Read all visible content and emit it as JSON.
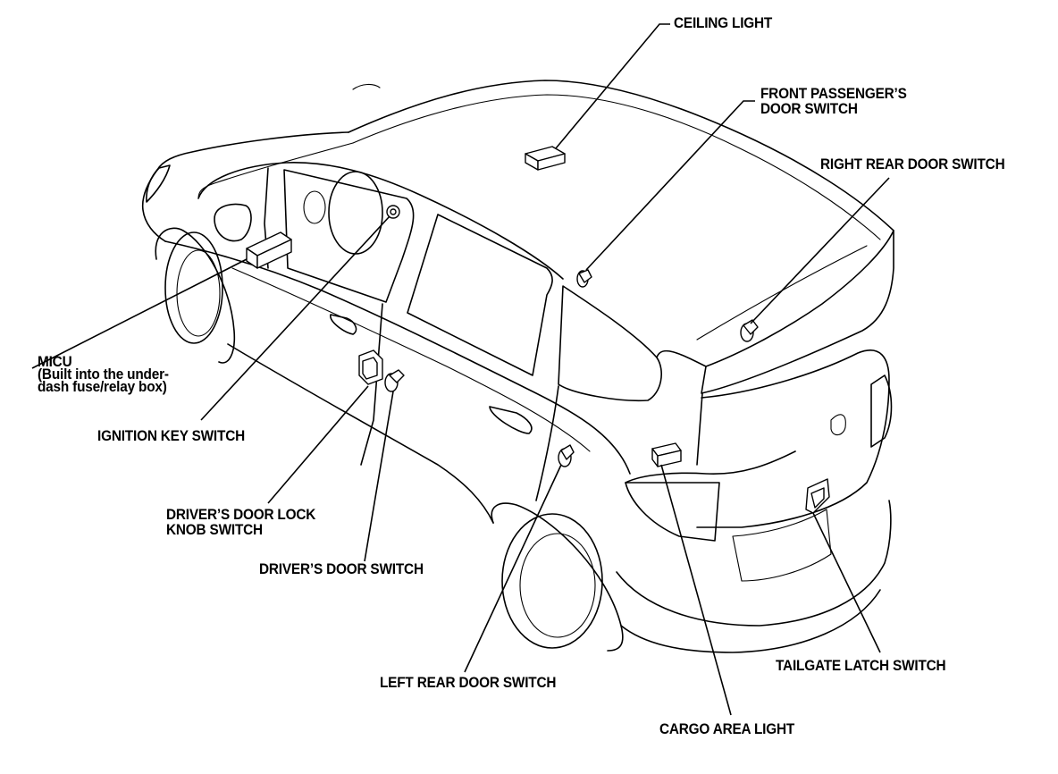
{
  "labels": {
    "ceiling_light": "CEILING LIGHT",
    "front_passenger_line1": "FRONT PASSENGER’S",
    "front_passenger_line2": "DOOR SWITCH",
    "right_rear_door_switch": "RIGHT REAR DOOR SWITCH",
    "micu_line1": "MICU",
    "micu_line2": "(Built into the under-",
    "micu_line3": "dash fuse/relay box)",
    "ignition_key_switch": "IGNITION KEY SWITCH",
    "drivers_door_lock_line1": "DRIVER’S DOOR LOCK",
    "drivers_door_lock_line2": "KNOB SWITCH",
    "drivers_door_switch": "DRIVER’S DOOR SWITCH",
    "left_rear_door_switch": "LEFT REAR DOOR SWITCH",
    "cargo_area_light": "CARGO AREA LIGHT",
    "tailgate_latch_switch": "TAILGATE LATCH SWITCH"
  },
  "colors": {
    "ink": "#000000",
    "paper": "#ffffff"
  }
}
